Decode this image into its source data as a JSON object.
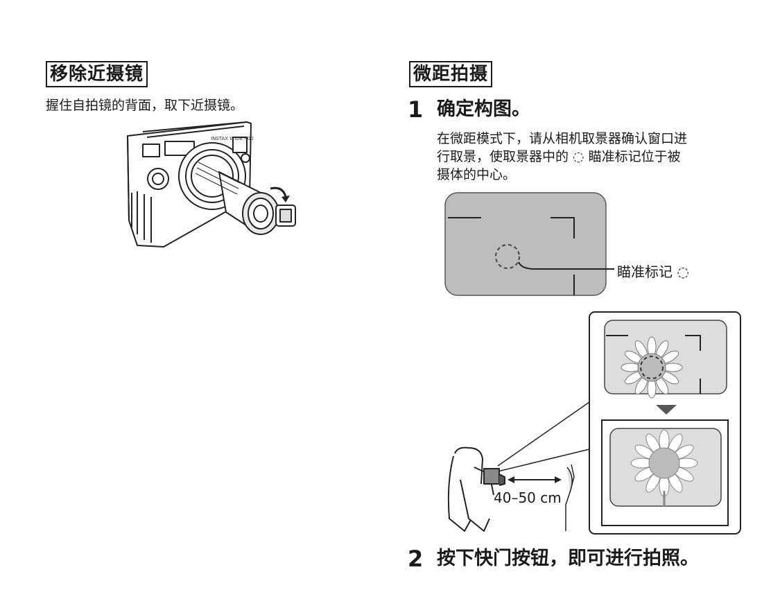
{
  "left_section": {
    "title": "移除近摄镜",
    "instruction": "握住自拍镜的背面，取下近摄镜。"
  },
  "right_section": {
    "title": "微距拍摄",
    "step1": {
      "number": "1",
      "title": "确定构图。",
      "description_lines": [
        "在微距模式下，请从相机取景器确认窗口进",
        "行取景，使取景器中的 ◌ 瞄准标记位于被",
        "摄体的中心。"
      ]
    },
    "aim_mark_label": "瞄准标记 ◌",
    "distance_label": "40–50 cm",
    "step2": {
      "number": "2",
      "title": "按下快门按钮，即可进行拍照。"
    }
  }
}
